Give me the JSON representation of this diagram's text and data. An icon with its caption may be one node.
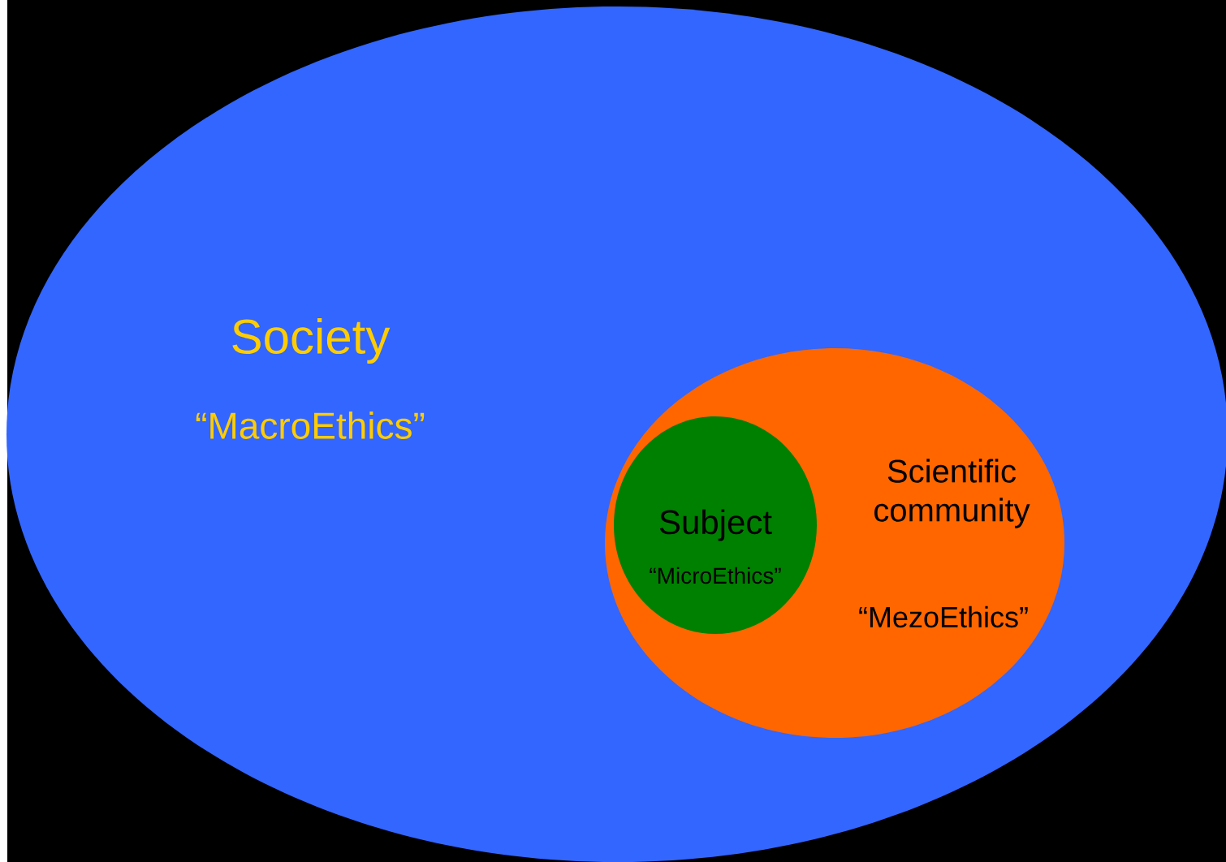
{
  "diagram": {
    "nodes": [
      {
        "text": [
          "Society",
          "“MacroEthics”"
        ]
      },
      {
        "text": [
          "Scientific community",
          "“MezoEthics”"
        ],
        "in": 0
      },
      {
        "text": [
          "Subject",
          "“MicroEthics”"
        ],
        "in": 1
      }
    ]
  }
}
